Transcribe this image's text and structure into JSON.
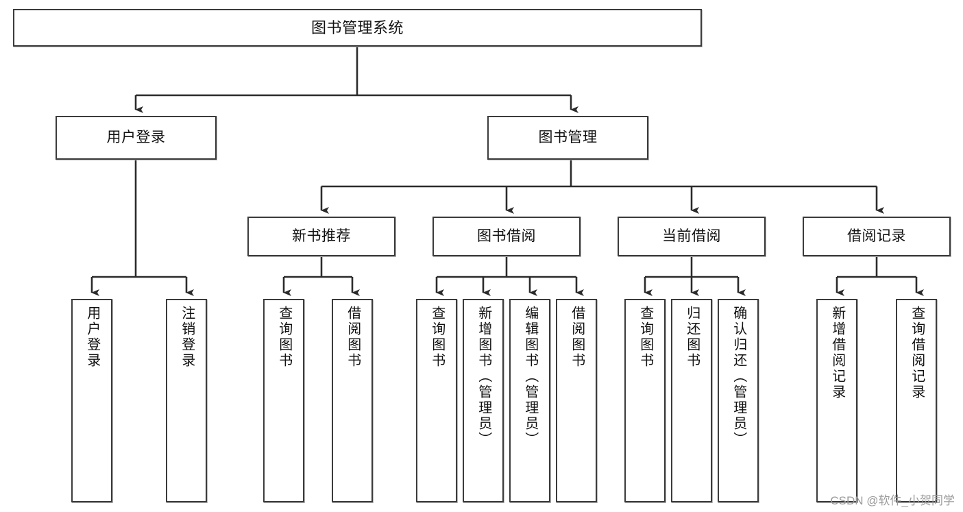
{
  "diagram": {
    "title": "图书管理系统",
    "type": "功能结构图",
    "colors": {
      "box_border": "#3b3b3b",
      "box_fill": "#ffffff",
      "connector": "#2b2b2b",
      "background": "#ffffff",
      "watermark": "#9a9a9a"
    },
    "root": {
      "label": "图书管理系统"
    },
    "level2": [
      {
        "label": "用户登录"
      },
      {
        "label": "图书管理"
      }
    ],
    "level3": [
      {
        "label": "新书推荐"
      },
      {
        "label": "图书借阅"
      },
      {
        "label": "当前借阅"
      },
      {
        "label": "借阅记录"
      }
    ],
    "leaves": [
      {
        "label": "用户登录",
        "parent": "用户登录"
      },
      {
        "label": "注销登录",
        "parent": "用户登录"
      },
      {
        "label": "查询图书",
        "parent": "新书推荐"
      },
      {
        "label": "借阅图书",
        "parent": "新书推荐"
      },
      {
        "label": "查询图书",
        "parent": "图书借阅"
      },
      {
        "label": "新增图书（管理员）",
        "parent": "图书借阅"
      },
      {
        "label": "编辑图书（管理员）",
        "parent": "图书借阅"
      },
      {
        "label": "借阅图书",
        "parent": "图书借阅"
      },
      {
        "label": "查询图书",
        "parent": "当前借阅"
      },
      {
        "label": "归还图书",
        "parent": "当前借阅"
      },
      {
        "label": "确认归还（管理员）",
        "parent": "当前借阅"
      },
      {
        "label": "新增借阅记录",
        "parent": "借阅记录"
      },
      {
        "label": "查询借阅记录",
        "parent": "借阅记录"
      }
    ]
  },
  "watermark": {
    "text": "CSDN @软件_小贺同学"
  }
}
